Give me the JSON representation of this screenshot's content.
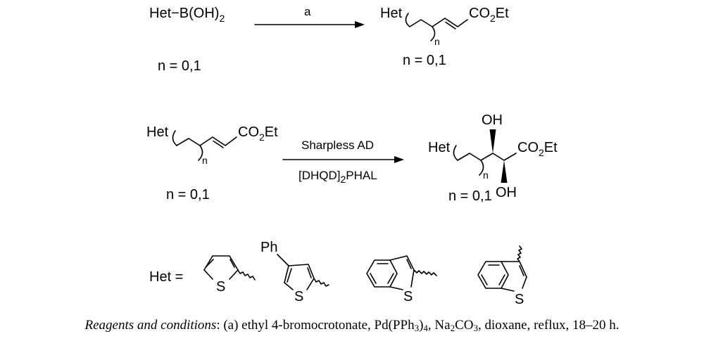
{
  "reaction1": {
    "reactant": "Het−B(OH)",
    "reactant_sub": "2",
    "reactant_n": "n = 0,1",
    "condition": "a",
    "product_het": "Het",
    "product_ester": "CO",
    "product_ester_sub": "2",
    "product_ester_tail": "Et",
    "product_n_label": "n",
    "product_n": "n = 0,1"
  },
  "reaction2": {
    "reactant_het": "Het",
    "reactant_ester": "CO",
    "reactant_ester_sub": "2",
    "reactant_ester_tail": "Et",
    "reactant_n_label": "n",
    "reactant_n": "n = 0,1",
    "condition_top": "Sharpless AD",
    "condition_bottom_pre": "[DHQD]",
    "condition_bottom_sub": "2",
    "condition_bottom_post": "PHAL",
    "product_het": "Het",
    "product_oh_top": "OH",
    "product_oh_bottom": "OH",
    "product_ester": "CO",
    "product_ester_sub": "2",
    "product_ester_tail": "Et",
    "product_n_label": "n",
    "product_n": "n = 0,1"
  },
  "het_definition": {
    "label": "Het =",
    "phenyl_label": "Ph",
    "sulfur_labels": [
      "S",
      "S",
      "S",
      "S"
    ]
  },
  "caption": {
    "lead": "Reagents and conditions",
    "text_1": ": (a) ethyl 4-bromocrotonate, Pd(PPh",
    "sub_1": "3",
    "text_2": ")",
    "sub_2": "4",
    "text_3": ", Na",
    "sub_3": "2",
    "text_4": "CO",
    "sub_4": "3",
    "text_5": ", dioxane, reflux, 18–20 h."
  }
}
